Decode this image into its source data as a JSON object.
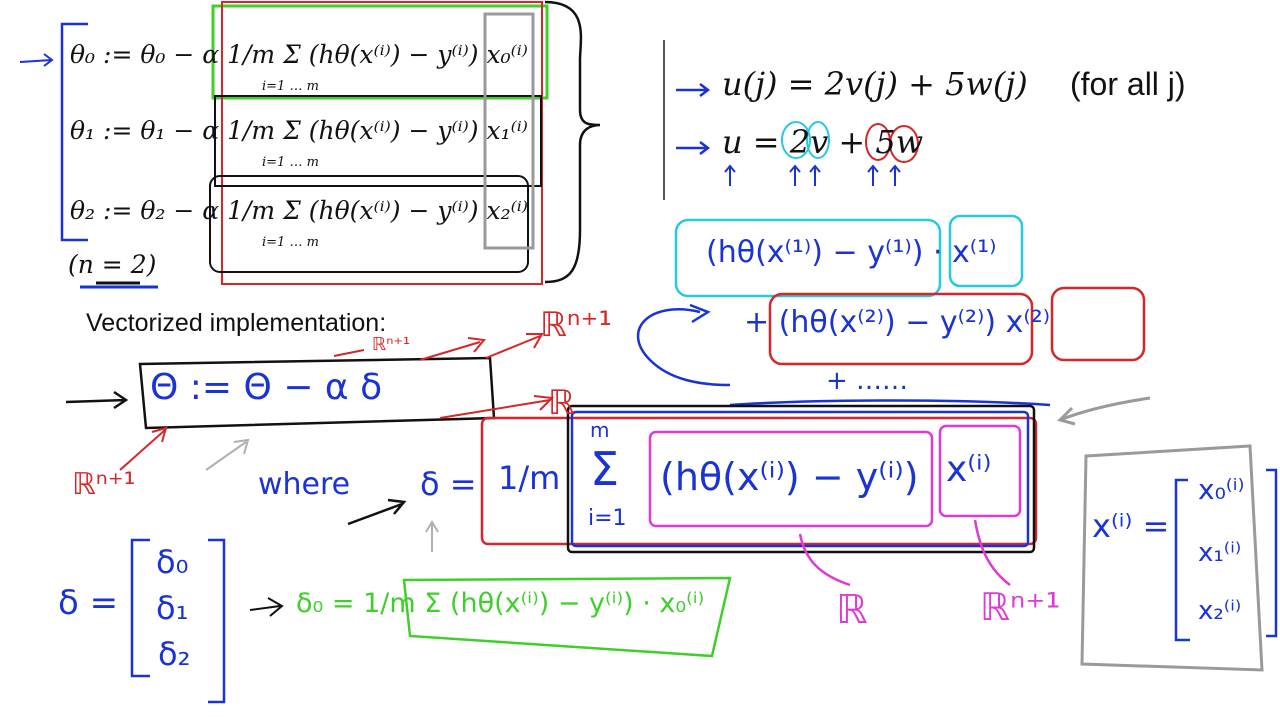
{
  "top_left_equations": [
    {
      "lhs": "θ₀ := θ₀ − α",
      "frac": "1/m",
      "sum": "Σ (hθ(x⁽ⁱ⁾) − y⁽ⁱ⁾) x₀⁽ⁱ⁾",
      "limits": "i=1 … m"
    },
    {
      "lhs": "θ₁ := θ₁ − α",
      "frac": "1/m",
      "sum": "Σ (hθ(x⁽ⁱ⁾) − y⁽ⁱ⁾) x₁⁽ⁱ⁾",
      "limits": "i=1 … m"
    },
    {
      "lhs": "θ₂ := θ₂ − α",
      "frac": "1/m",
      "sum": "Σ (hθ(x⁽ⁱ⁾) − y⁽ⁱ⁾) x₂⁽ⁱ⁾",
      "limits": "i=1 … m"
    }
  ],
  "n_label": "(n = 2)",
  "heading": "Vectorized implementation:",
  "right_top": {
    "eq1": "u(j) = 2v(j) + 5w(j)",
    "eq1_suffix": "(for all j)",
    "eq2": "u = 2v + 5w"
  },
  "handwritten": {
    "theta_update": "Θ := Θ − α δ",
    "where": "where",
    "delta_def_lhs": "δ =",
    "frac": "1/m",
    "sum_top": "m",
    "sum_bottom": "i=1",
    "sum_body": "(hθ(x⁽ⁱ⁾) − y⁽ⁱ⁾)",
    "x_i": "x⁽ⁱ⁾",
    "R_n1": "ℝⁿ⁺¹",
    "R": "ℝ",
    "delta_vec": [
      "δ₀",
      "δ₁",
      "δ₂"
    ],
    "delta0_expr": "δ₀ = 1/m Σ (hθ(x⁽ⁱ⁾) − y⁽ⁱ⁾) · x₀⁽ⁱ⁾",
    "cyan_term": "(hθ(x⁽¹⁾) − y⁽¹⁾) · x⁽¹⁾",
    "red_term": "+ (hθ(x⁽²⁾) − y⁽²⁾) x⁽²⁾",
    "plus_dots": "+ ……",
    "x_vec_lhs": "x⁽ⁱ⁾ =",
    "x_vec": [
      "x₀⁽ⁱ⁾",
      "x₁⁽ⁱ⁾",
      "x₂⁽ⁱ⁾"
    ]
  },
  "colors": {
    "blue": "#1a33d6",
    "red": "#d6262a",
    "green": "#3fcf2a",
    "cyan": "#27c9e0",
    "magenta": "#e03ad6",
    "gray": "#9a9a9a",
    "black": "#111111"
  }
}
